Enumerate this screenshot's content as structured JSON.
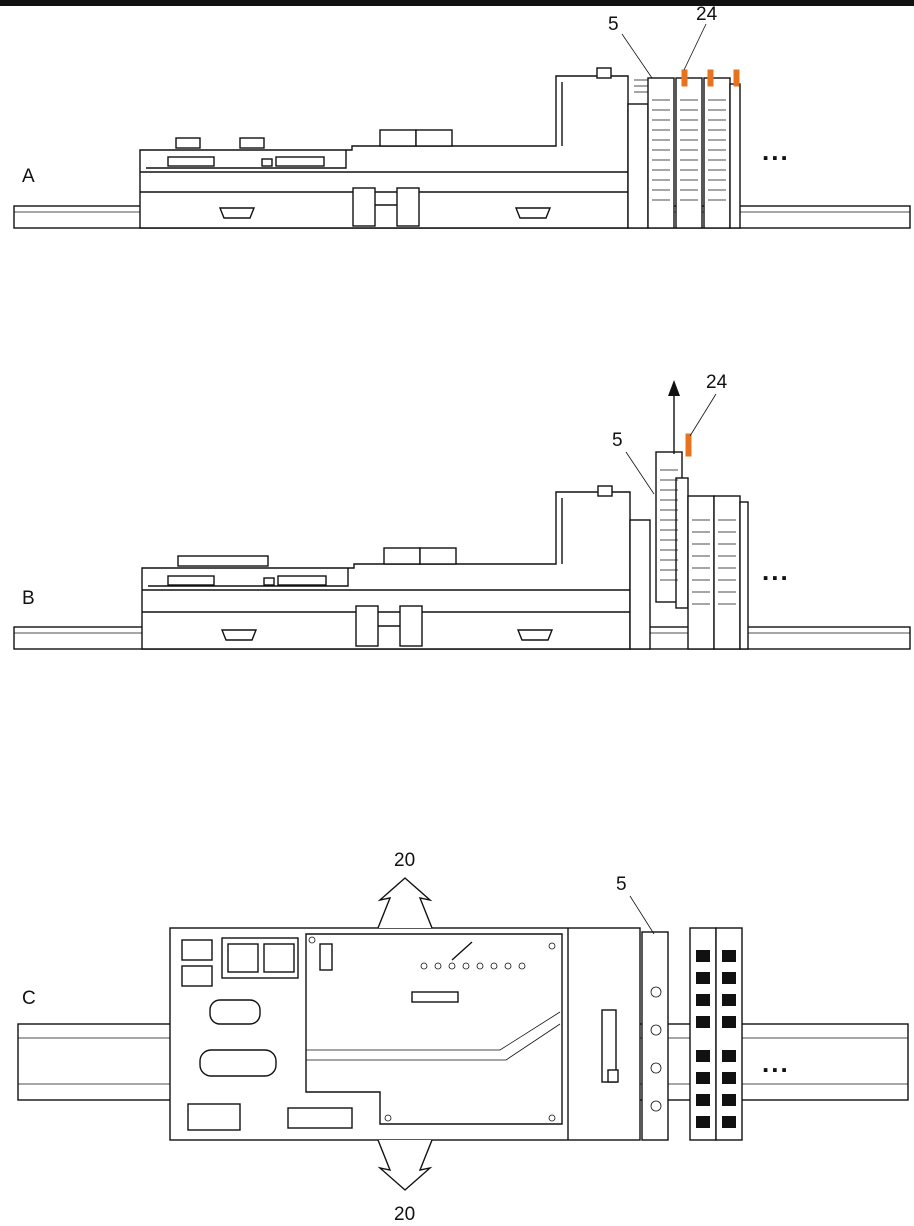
{
  "labels": {
    "view_a": "A",
    "view_b": "B",
    "view_c": "C",
    "a_ref_5": "5",
    "a_ref_24": "24",
    "b_ref_5": "5",
    "b_ref_24": "24",
    "c_ref_5": "5",
    "c_ref_20_top": "20",
    "c_ref_20_bottom": "20",
    "ellipsis": "..."
  },
  "colors": {
    "line": "#111111",
    "accent_orange": "#e8731f",
    "background": "#ffffff"
  }
}
